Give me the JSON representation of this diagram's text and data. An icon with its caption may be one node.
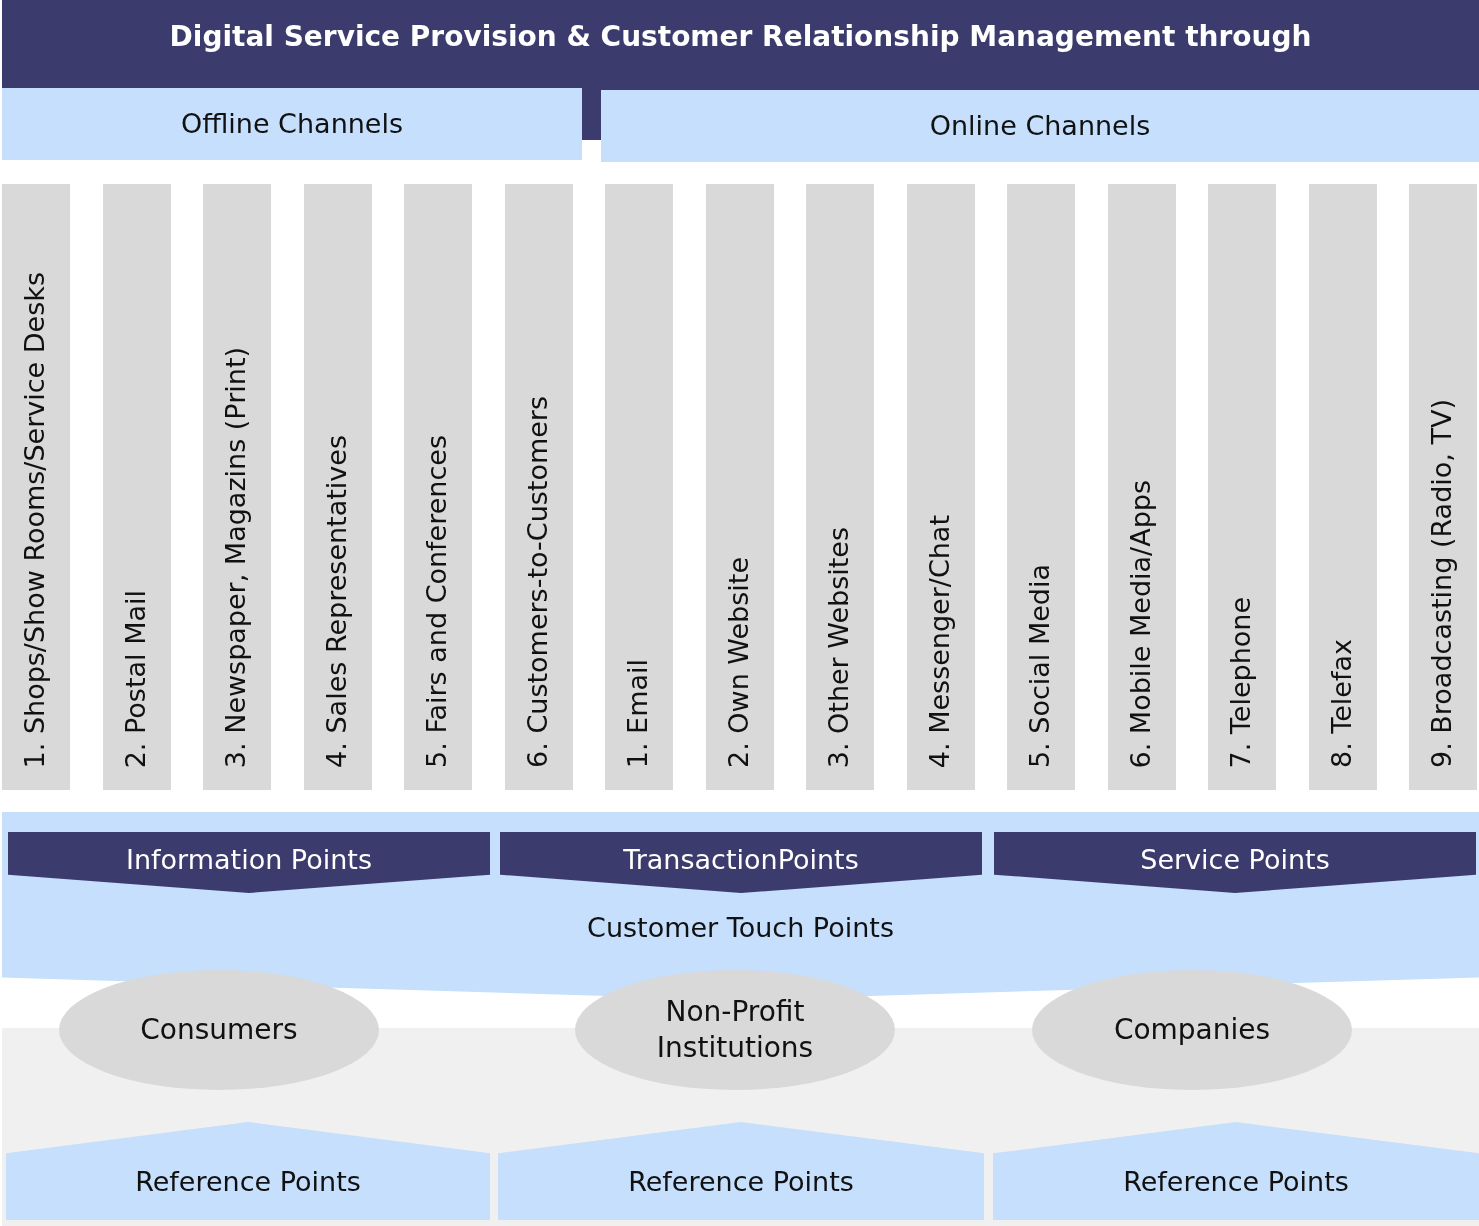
{
  "diagram": {
    "nodes": [
      {
        "text": [
          "Digital Service Provision & Customer Relationship Management through"
        ]
      },
      {
        "text": [
          "Offline Channels"
        ]
      },
      {
        "text": [
          "Online Channels"
        ]
      },
      {
        "text": [
          "1. Shops/Show Rooms/Service Desks"
        ]
      },
      {
        "text": [
          "2. Postal Mail"
        ]
      },
      {
        "text": [
          "3. Newspaper, Magazins (Print)"
        ]
      },
      {
        "text": [
          "4. Sales Representatives"
        ]
      },
      {
        "text": [
          "5. Fairs and Conferences"
        ]
      },
      {
        "text": [
          "6. Customers-to-Customers"
        ]
      },
      {
        "text": [
          "1. Email"
        ]
      },
      {
        "text": [
          "2. Own Website"
        ]
      },
      {
        "text": [
          "3. Other Websites"
        ]
      },
      {
        "text": [
          "4. Messenger/Chat"
        ]
      },
      {
        "text": [
          "5. Social Media"
        ]
      },
      {
        "text": [
          "6. Mobile Media/Apps"
        ]
      },
      {
        "text": [
          "7. Telephone"
        ]
      },
      {
        "text": [
          "8. Telefax"
        ]
      },
      {
        "text": [
          "9. Broadcasting (Radio, TV)"
        ]
      },
      {
        "text": [
          "Customer Touch Points"
        ]
      },
      {
        "text": [
          "Information Points"
        ],
        "in": 18
      },
      {
        "text": [
          "TransactionPoints"
        ],
        "in": 18
      },
      {
        "text": [
          "Service Points"
        ],
        "in": 18
      },
      {
        "text": [
          "Consumers"
        ]
      },
      {
        "text": [
          "Non-Profit Institutions"
        ]
      },
      {
        "text": [
          "Companies"
        ]
      },
      {
        "text": [
          "Reference Points"
        ]
      },
      {
        "text": [
          "Reference Points"
        ]
      },
      {
        "text": [
          "Reference Points"
        ]
      }
    ],
    "edges": []
  }
}
